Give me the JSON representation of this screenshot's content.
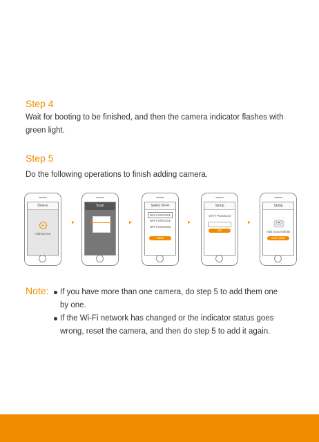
{
  "step4": {
    "title": "Step 4",
    "text": "Wait for booting to be finished, and then the camera indicator flashes with green light."
  },
  "step5": {
    "title": "Step 5",
    "text": "Do the following operations to finish adding camera."
  },
  "phones": {
    "device": {
      "title": "Device",
      "add_label": "Add Device"
    },
    "scan": {
      "title": "Scan"
    },
    "wifi": {
      "title": "Select Wi-Fi",
      "items": [
        "Wi-Fi XXXXXX1",
        "Wi-Fi XXXXXX2",
        "Wi-Fi XXXXXX3"
      ],
      "button": "Next"
    },
    "password": {
      "title": "Setup",
      "label": "Wi-Fi Password",
      "button": "OK"
    },
    "success": {
      "title": "Setup",
      "label": "Add Successfully",
      "button": "Live View"
    }
  },
  "note": {
    "label": "Note:",
    "bullets": [
      "If you have more than one camera, do step 5 to add them one by one.",
      "If the Wi-Fi network has changed or the indicator status goes wrong, reset the camera, and then do step 5 to add it again."
    ]
  },
  "colors": {
    "accent": "#f08c00"
  }
}
